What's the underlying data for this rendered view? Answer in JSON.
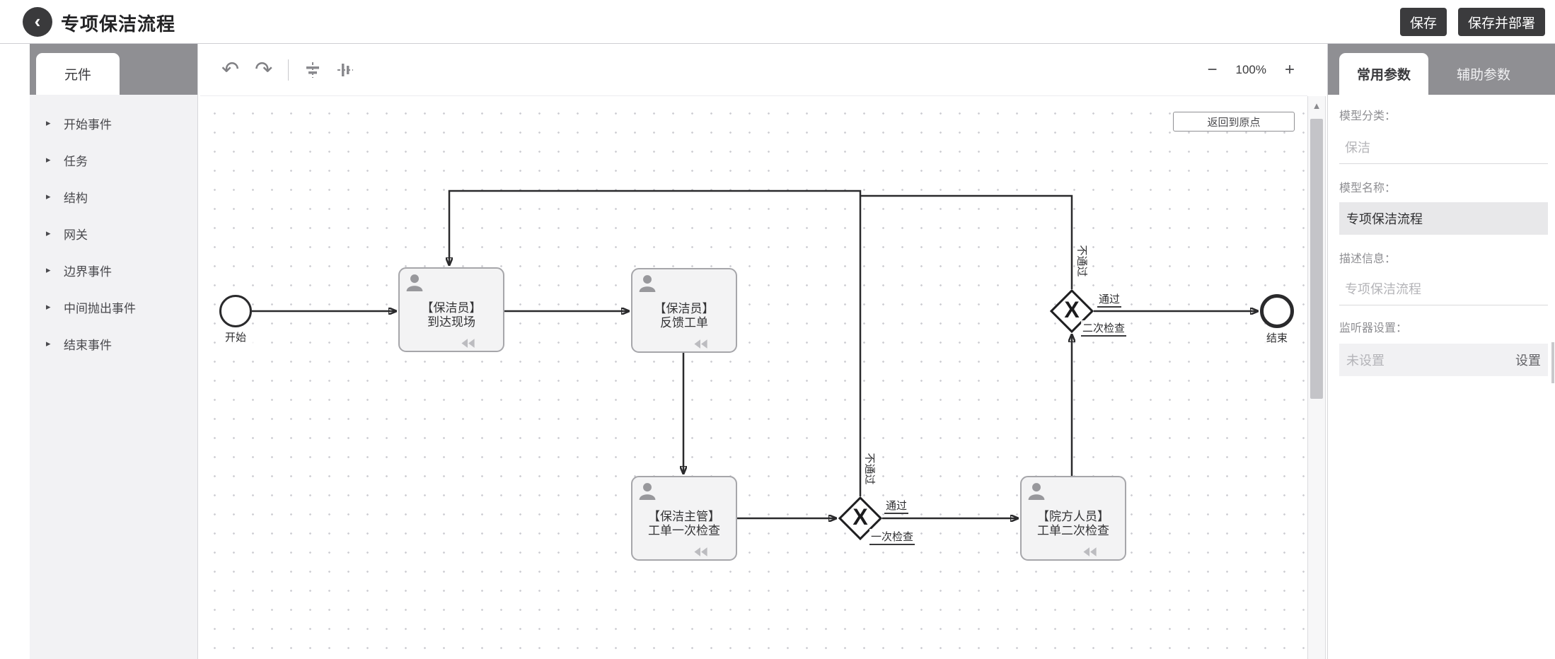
{
  "header": {
    "title": "专项保洁流程",
    "save": "保存",
    "save_deploy": "保存并部署"
  },
  "sidebar": {
    "tab": "元件",
    "items": [
      "开始事件",
      "任务",
      "结构",
      "网关",
      "边界事件",
      "中间抛出事件",
      "结束事件"
    ]
  },
  "toolbar": {
    "zoom_out": "−",
    "zoom_level": "100%",
    "zoom_in": "+",
    "return_origin": "返回到原点"
  },
  "canvas": {
    "nodes": {
      "start": {
        "label": "开始"
      },
      "task1": {
        "line1": "【保洁员】",
        "line2": "到达现场"
      },
      "task2": {
        "line1": "【保洁员】",
        "line2": "反馈工单"
      },
      "task3": {
        "line1": "【保洁主管】",
        "line2": "工单一次检查"
      },
      "task4": {
        "line1": "【院方人员】",
        "line2": "工单二次检查"
      },
      "gateway1": {
        "symbol": "X",
        "name": "一次检查"
      },
      "gateway2": {
        "symbol": "X",
        "name": "二次检查"
      },
      "end": {
        "label": "结束"
      }
    },
    "labels": {
      "gw1_pass": "通过",
      "gw1_fail": "不通过",
      "gw2_pass": "通过",
      "gw2_fail": "不通过"
    }
  },
  "panel": {
    "tab_active": "常用参数",
    "tab_inactive": "辅助参数",
    "model_category_label": "模型分类：",
    "model_category_value": "保洁",
    "model_name_label": "模型名称：",
    "model_name_value": "专项保洁流程",
    "description_label": "描述信息：",
    "description_value": "专项保洁流程",
    "listener_label": "监听器设置：",
    "listener_value": "未设置",
    "listener_action": "设置"
  }
}
